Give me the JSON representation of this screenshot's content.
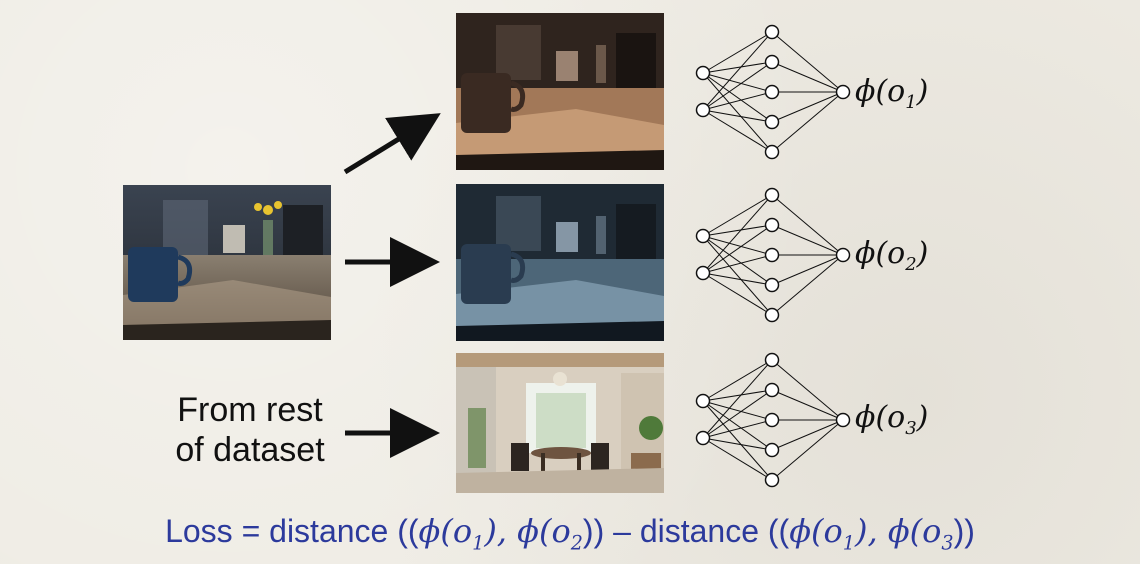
{
  "source_label_line1": "From rest",
  "source_label_line2": "of dataset",
  "outputs": [
    "φ(o1)",
    "φ(o2)",
    "φ(o3)"
  ],
  "output_parts": [
    {
      "base": "ϕ(o",
      "sub": "1",
      "close": ")"
    },
    {
      "base": "ϕ(o",
      "sub": "2",
      "close": ")"
    },
    {
      "base": "ϕ(o",
      "sub": "3",
      "close": ")"
    }
  ],
  "loss": {
    "prefix": "Loss = distance ((",
    "t1": "ϕ(o",
    "s1": "1",
    "c1": "), ",
    "t2": "ϕ(o",
    "s2": "2",
    "c2": ")) – distance ((",
    "t3": "ϕ(o",
    "s3": "1",
    "c3": "), ",
    "t4": "ϕ(o",
    "s4": "3",
    "c4": "))"
  },
  "colors": {
    "loss_text": "#2c3a9c",
    "arrow": "#111111",
    "background": "#eeebe3"
  }
}
